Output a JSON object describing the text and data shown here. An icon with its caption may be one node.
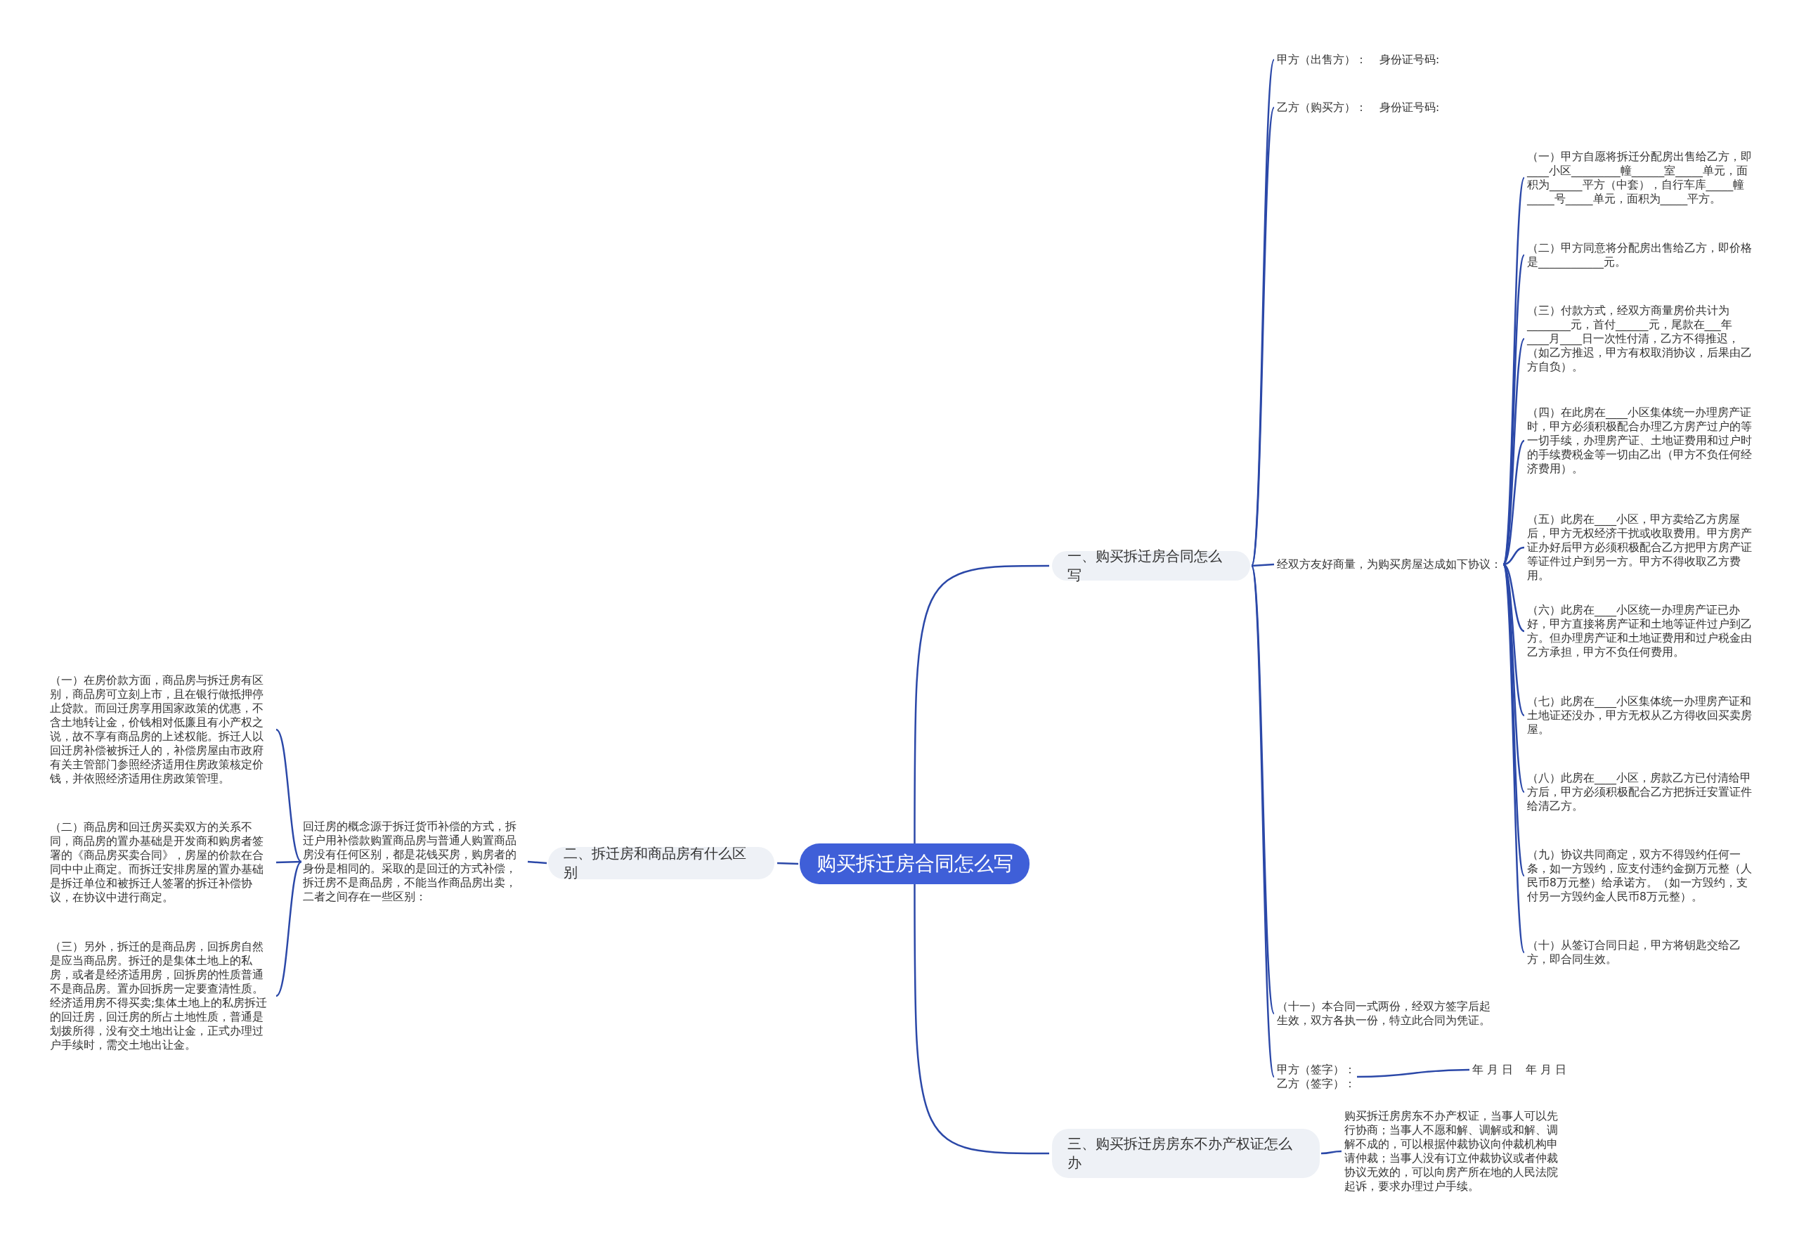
{
  "diagram": {
    "nodes": [
      {
        "text": [
          "购买拆迁房合同怎么写"
        ]
      },
      {
        "text": [
          "一、购买拆迁房合同怎么写"
        ]
      },
      {
        "text": [
          "甲方（出售方）：",
          "身份证号码:"
        ]
      },
      {
        "text": [
          "乙方（购买方）：",
          "身份证号码:"
        ]
      },
      {
        "text": [
          "经双方友好商量，为购买房屋达成如下协议："
        ]
      },
      {
        "text": [
          "（一）甲方自愿将拆迁分配房出售给乙方，即____小区_________幢______室_____单元，面积为______平方（中套），自行车库_____幢_____号_____单元，面积为_____平方。"
        ]
      },
      {
        "text": [
          "（二）甲方同意将分配房出售给乙方，即价格是____________元。"
        ]
      },
      {
        "text": [
          "（三）付款方式，经双方商量房价共计为________元，首付______元，尾款在___年____月____日一次性付清，乙方不得推迟，（如乙方推迟，甲方有权取消协议，后果由乙方自负）。"
        ]
      },
      {
        "text": [
          "（四）在此房在____小区集体统一办理房产证时，甲方必须积极配合办理乙方房产过户的等一切手续，办理房产证、土地证费用和过户时的手续费税金等一切由乙出（甲方不负任何经济费用）。"
        ]
      },
      {
        "text": [
          "（五）此房在____小区，甲方卖给乙方房屋后，甲方无权经济干扰或收取费用。甲方房产证办好后甲方必须积极配合乙方把甲方房产证等证件过户到另一方。甲方不得收取乙方费用。"
        ]
      },
      {
        "text": [
          "（六）此房在____小区统一办理房产证已办好，甲方直接将房产证和土地等证件过户到乙方。但办理房产证和土地证费用和过户税金由乙方承担，甲方不负任何费用。"
        ]
      },
      {
        "text": [
          "（七）此房在____小区集体统一办理房产证和土地证还没办，甲方无权从乙方得收回买卖房屋。"
        ]
      },
      {
        "text": [
          "（八）此房在____小区，房款乙方已付清给甲方后，甲方必须积极配合乙方把拆迁安置证件给清乙方。"
        ]
      },
      {
        "text": [
          "（九）协议共同商定，双方不得毁约任何一条，如一方毁约，应支付违约金捌万元整（人民币8万元整）给承诺方。（如一方毁约，支付另一方毁约金人民币8万元整）。"
        ]
      },
      {
        "text": [
          "（十）从签订合同日起，甲方将钥匙交给乙方，即合同生效。"
        ]
      },
      {
        "text": [
          "（十一）本合同一式两份，经双方签字后起生效，双方各执一份，特立此合同为凭证。"
        ]
      },
      {
        "text": [
          "甲方（签字）：",
          "乙方（签字）："
        ]
      },
      {
        "text": [
          "年 月 日",
          "年 月 日"
        ]
      },
      {
        "text": [
          "二、拆迁房和商品房有什么区别"
        ]
      },
      {
        "text": [
          "回迁房的概念源于拆迁货币补偿的方式，拆迁户用补偿款购置商品房与普通人购置商品房没有任何区别，都是花钱买房，购房者的身份是相同的。采取的是回迁的方式补偿，拆迁房不是商品房，不能当作商品房出卖，二者之间存在一些区别："
        ]
      },
      {
        "text": [
          "（一）在房价款方面，商品房与拆迁房有区别，商品房可立刻上市，且在银行做抵押停止贷款。而回迁房享用国家政策的优惠，不含土地转让金，价钱相对低廉且有小产权之说，故不享有商品房的上述权能。拆迁人以回迁房补偿被拆迁人的，补偿房屋由市政府有关主管部门参照经济适用住房政策核定价钱，并依照经济适用住房政策管理。"
        ]
      },
      {
        "text": [
          "（二）商品房和回迁房买卖双方的关系不同，商品房的置办基础是开发商和购房者签署的《商品房买卖合同》，房屋的价款在合同中中止商定。而拆迁安排房屋的置办基础是拆迁单位和被拆迁人签署的拆迁补偿协议，在协议中进行商定。"
        ]
      },
      {
        "text": [
          "（三）另外，拆迁的是商品房，回拆房自然是应当商品房。拆迁的是集体土地上的私房，或者是经济适用房，回拆房的性质普通不是商品房。置办回拆房一定要查清性质。经济适用房不得买卖;集体土地上的私房拆迁的回迁房，回迁房的所占土地性质，普通是划拨所得，没有交土地出让金，正式办理过户手续时，需交土地出让金。"
        ]
      },
      {
        "text": [
          "三、购买拆迁房房东不办产权证怎么办"
        ]
      },
      {
        "text": [
          "购买拆迁房房东不办产权证，当事人可以先行协商；当事人不愿和解、调解或和解、调解不成的，可以根据仲裁协议向仲裁机构申请仲裁；当事人没有订立仲裁协议或者仲裁协议无效的，可以向房产所在地的人民法院起诉，要求办理过户手续。"
        ]
      }
    ],
    "edges": [
      {
        "from": 0,
        "to": 1,
        "arrow": "none"
      },
      {
        "from": 0,
        "to": 18,
        "arrow": "none"
      },
      {
        "from": 0,
        "to": 23,
        "arrow": "none"
      },
      {
        "from": 1,
        "to": 2,
        "arrow": "none"
      },
      {
        "from": 1,
        "to": 3,
        "arrow": "none"
      },
      {
        "from": 1,
        "to": 4,
        "arrow": "none"
      },
      {
        "from": 1,
        "to": 15,
        "arrow": "none"
      },
      {
        "from": 1,
        "to": 16,
        "arrow": "none"
      },
      {
        "from": 4,
        "to": 5,
        "arrow": "none"
      },
      {
        "from": 4,
        "to": 6,
        "arrow": "none"
      },
      {
        "from": 4,
        "to": 7,
        "arrow": "none"
      },
      {
        "from": 4,
        "to": 8,
        "arrow": "none"
      },
      {
        "from": 4,
        "to": 9,
        "arrow": "none"
      },
      {
        "from": 4,
        "to": 10,
        "arrow": "none"
      },
      {
        "from": 4,
        "to": 11,
        "arrow": "none"
      },
      {
        "from": 4,
        "to": 12,
        "arrow": "none"
      },
      {
        "from": 4,
        "to": 13,
        "arrow": "none"
      },
      {
        "from": 4,
        "to": 14,
        "arrow": "none"
      },
      {
        "from": 16,
        "to": 17,
        "arrow": "none"
      },
      {
        "from": 18,
        "to": 19,
        "arrow": "none"
      },
      {
        "from": 19,
        "to": 20,
        "arrow": "none"
      },
      {
        "from": 19,
        "to": 21,
        "arrow": "none"
      },
      {
        "from": 19,
        "to": 22,
        "arrow": "none"
      },
      {
        "from": 23,
        "to": 24,
        "arrow": "none"
      }
    ]
  }
}
